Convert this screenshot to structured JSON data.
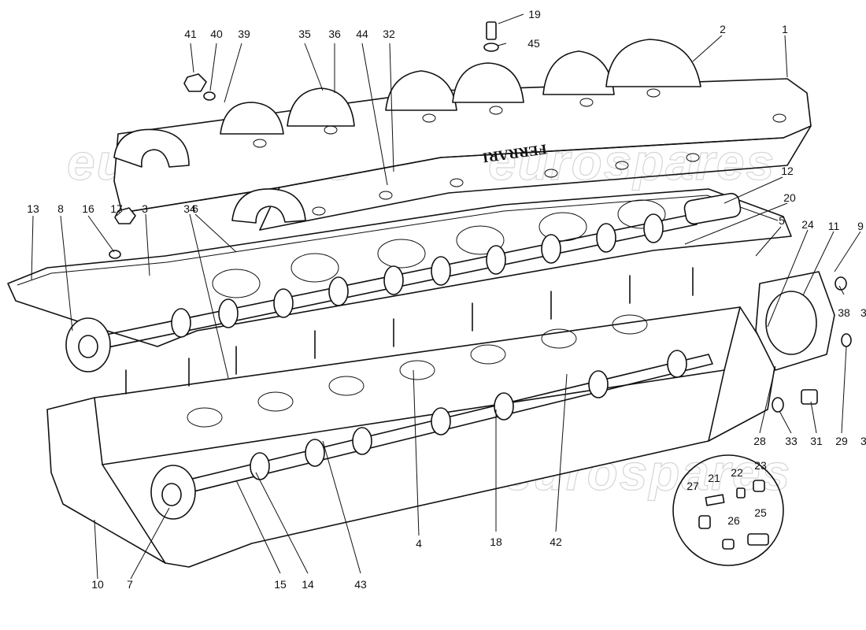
{
  "watermarks": [
    "eurospares",
    "eurospares",
    "eurospares",
    "eurospares"
  ],
  "casting_text": "FERRARI",
  "callouts": [
    "1",
    "2",
    "3",
    "4",
    "5",
    "6",
    "7",
    "8",
    "9",
    "10",
    "11",
    "12",
    "13",
    "14",
    "15",
    "16",
    "17",
    "18",
    "19",
    "20",
    "21",
    "22",
    "23",
    "24",
    "25",
    "26",
    "27",
    "28",
    "29",
    "31",
    "32",
    "33",
    "34",
    "35",
    "36",
    "38",
    "39",
    "40",
    "41",
    "42",
    "43",
    "44",
    "45",
    "3",
    "3"
  ]
}
